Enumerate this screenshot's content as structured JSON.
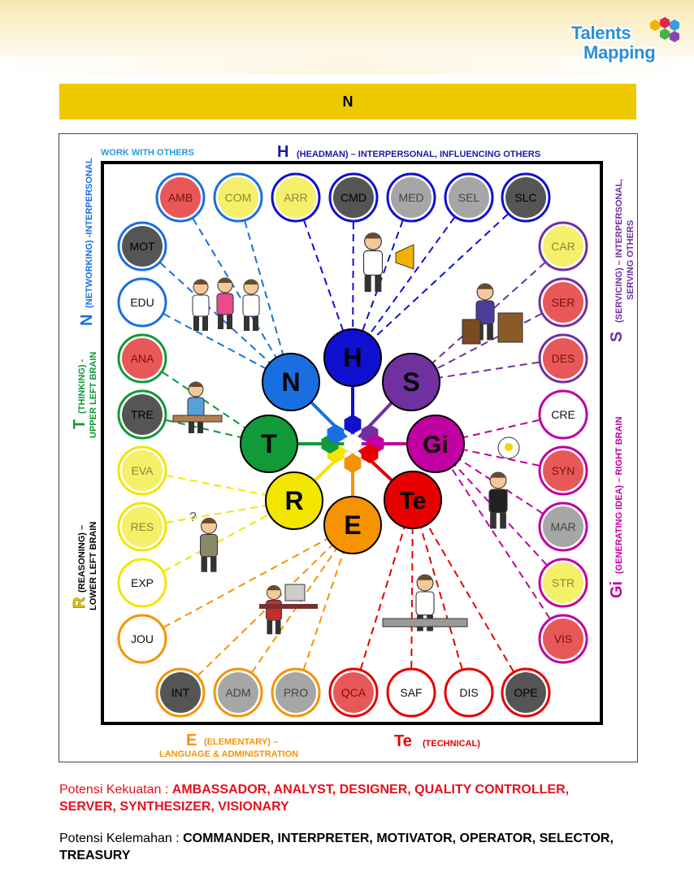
{
  "logo": {
    "line1": "Talents",
    "line2": "Mapping"
  },
  "title": "N",
  "diagram": {
    "headers": {
      "work_with_others": "WORK WITH OTHERS",
      "h_letter": "H",
      "h_text": "(HEADMAN) – INTERPERSONAL, INFLUENCING OTHERS",
      "n_letter": "N",
      "n_text": "(NETWORKING) -INTERPERSONAL",
      "s_letter": "S",
      "s_text1": "(SERVICING) – INTERPERSONAL,",
      "s_text2": "SERVING OTHERS",
      "t_letter": "T",
      "t_text1": "(THINKING) -",
      "t_text2": "UPPER LEFT BRAIN",
      "r_letter": "R",
      "r_text1": "(REASONING) –",
      "r_text2": "LOWER LEFT BRAIN",
      "gi_letter": "Gi",
      "gi_text": "(GENERATING IDEA) – RIGHT BRAIN",
      "e_letter": "E",
      "e_text1": "(ELEMENTARY) –",
      "e_text2": "LANGUAGE & ADMINISTRATION",
      "te_letter": "Te",
      "te_text": "(TECHNICAL)"
    },
    "hubs": [
      "H",
      "S",
      "Gi",
      "Te",
      "E",
      "R",
      "T",
      "N"
    ],
    "roles": {
      "top": [
        "AMB",
        "COM",
        "ARR",
        "CMD",
        "MED",
        "SEL",
        "SLC"
      ],
      "left": [
        "MOT",
        "EDU",
        "ANA",
        "TRE",
        "EVA",
        "RES",
        "EXP",
        "JOU"
      ],
      "right": [
        "CAR",
        "SER",
        "DES",
        "CRE",
        "SYN",
        "MAR",
        "STR",
        "VIS"
      ],
      "bottom": [
        "INT",
        "ADM",
        "PRO",
        "QCA",
        "SAF",
        "DIS",
        "OPE"
      ]
    },
    "colors": {
      "H": "#1010d0",
      "S": "#7030a0",
      "Gi": "#c000a0",
      "Te": "#e60000",
      "E": "#f59300",
      "R": "#f2e600",
      "T": "#109a38",
      "N": "#1a6fe0",
      "strength_fill": "#e85858",
      "weakness_fill": "#555555",
      "neutral_fill": "#a6a6a6",
      "mid_fill": "#f4f06a",
      "plain_fill": "#ffffff"
    }
  },
  "footer": {
    "strength_label": "Potensi Kekuatan : ",
    "strength_value": "AMBASSADOR, ANALYST, DESIGNER, QUALITY CONTROLLER, SERVER, SYNTHESIZER, VISIONARY",
    "weakness_label": "Potensi Kelemahan : ",
    "weakness_value": "COMMANDER, INTERPRETER, MOTIVATOR, OPERATOR, SELECTOR, TREASURY"
  }
}
